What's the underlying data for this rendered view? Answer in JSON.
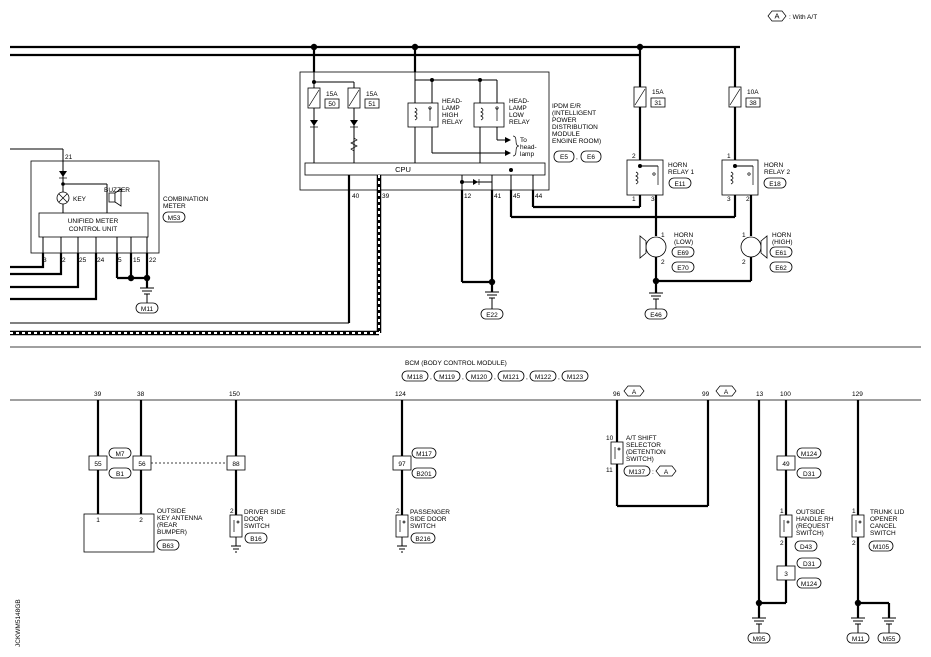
{
  "legend": {
    "symbol": "A",
    "text": ": With A/T"
  },
  "watermark": "JCKWM5148GB",
  "fuses": {
    "f50": {
      "amp": "15A",
      "num": "50"
    },
    "f51": {
      "amp": "15A",
      "num": "51"
    },
    "f31": {
      "amp": "15A",
      "num": "31"
    },
    "f38": {
      "amp": "10A",
      "num": "38"
    }
  },
  "ipdm": {
    "title": [
      "IPDM E/R",
      "(INTELLIGENT",
      "POWER",
      "DISTRIBUTION",
      "MODULE",
      "ENGINE ROOM)"
    ],
    "connectors": [
      "E5",
      "E6"
    ],
    "cpu": "CPU",
    "high_relay": [
      "HEAD-",
      "LAMP",
      "HIGH",
      "RELAY"
    ],
    "low_relay": [
      "HEAD-",
      "LAMP",
      "LOW",
      "RELAY"
    ],
    "to_headlamp": [
      "To",
      "head-",
      "lamp"
    ],
    "pins": [
      "40",
      "39",
      "12",
      "41",
      "45",
      "44"
    ]
  },
  "horn_relay1": {
    "name": [
      "HORN",
      "RELAY 1"
    ],
    "conn": "E11",
    "pins": [
      "2",
      "1",
      "3"
    ]
  },
  "horn_relay2": {
    "name": [
      "HORN",
      "RELAY 2"
    ],
    "conn": "E18",
    "pins": [
      "1",
      "3",
      "2"
    ]
  },
  "horn_low": {
    "name": [
      "HORN",
      "(LOW)"
    ],
    "conns": [
      "E69",
      "E70"
    ],
    "pins": [
      "1",
      "2"
    ]
  },
  "horn_high": {
    "name": [
      "HORN",
      "(HIGH)"
    ],
    "conns": [
      "E61",
      "E62"
    ],
    "pins": [
      "1",
      "2"
    ]
  },
  "grounds": [
    "E22",
    "E46",
    "M11",
    "M95",
    "M11",
    "M55"
  ],
  "meter": {
    "title": [
      "COMBINATION",
      "METER"
    ],
    "conn": "M53",
    "buzzer": "BUZZER",
    "key": "KEY",
    "unit": [
      "UNIFIED METER",
      "CONTROL UNIT"
    ],
    "pin_top": "21",
    "pins": [
      "3",
      "2",
      "25",
      "24",
      "5",
      "15",
      "22"
    ]
  },
  "bcm": {
    "title": "BCM (BODY CONTROL MODULE)",
    "conns": [
      "M118",
      "M119",
      "M120",
      "M121",
      "M122",
      "M123"
    ],
    "pins": [
      "39",
      "38",
      "150",
      "124",
      "96",
      "99",
      "13",
      "100",
      "129"
    ]
  },
  "key_antenna": {
    "name": [
      "OUTSIDE",
      "KEY ANTENNA",
      "(REAR",
      "BUMPER)"
    ],
    "conn": "B63",
    "jc_left": "55",
    "jc_right": "56",
    "jc_conns": [
      "M7",
      "B1"
    ],
    "pins": [
      "1",
      "2"
    ]
  },
  "driver_door": {
    "name": [
      "DRIVER SIDE",
      "DOOR",
      "SWITCH"
    ],
    "conn": "B16",
    "jc": "88",
    "pin": "2"
  },
  "pass_door": {
    "name": [
      "PASSENGER",
      "SIDE DOOR",
      "SWITCH"
    ],
    "conn": "B216",
    "jc": "97",
    "jc_conns": [
      "M117",
      "B201"
    ],
    "pin": "2"
  },
  "at_shift": {
    "name": [
      "A/T SHIFT",
      "SELECTOR",
      "(DETENTION",
      "SWITCH)"
    ],
    "conn": "M137",
    "pins": [
      "10",
      "11"
    ]
  },
  "handle_rh": {
    "name": [
      "OUTSIDE",
      "HANDLE RH",
      "(REQUEST",
      "SWITCH)"
    ],
    "conn": "D43",
    "jc_top": "49",
    "jc_top_conns": [
      "M124",
      "D31"
    ],
    "jc_bot": "3",
    "jc_bot_conns": [
      "D31",
      "M124"
    ],
    "pins": [
      "1",
      "2"
    ]
  },
  "trunk_switch": {
    "name": [
      "TRUNK LID",
      "OPENER",
      "CANCEL",
      "SWITCH"
    ],
    "conn": "M105",
    "pins": [
      "1",
      "2"
    ]
  }
}
